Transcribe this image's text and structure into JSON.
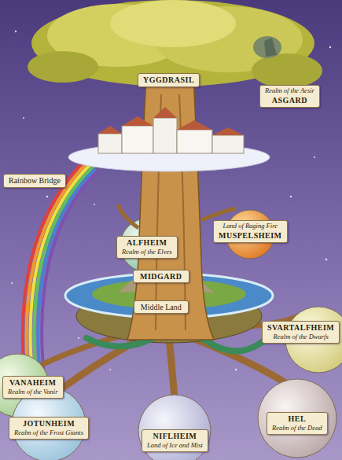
{
  "diagram": {
    "nodes": [
      {
        "text": [
          "YGGDRASIL"
        ]
      },
      {
        "text": [
          "Realm of the Aesir",
          "ASGARD"
        ]
      },
      {
        "text": [
          "Rainbow Bridge"
        ]
      },
      {
        "text": [
          "ALFHEIM",
          "Realm of the Elves"
        ]
      },
      {
        "text": [
          "Land of Raging Fire",
          "MUSPELSHEIM"
        ]
      },
      {
        "text": [
          "MIDGARD",
          "Middle Land"
        ]
      },
      {
        "text": [
          "VANAHEIM",
          "Realm of the Vanir"
        ]
      },
      {
        "text": [
          "SVARTALFHEIM",
          "Realm of the Dwarfs"
        ]
      },
      {
        "text": [
          "JOTUNHEIM",
          "Realm of the Frost Giants"
        ]
      },
      {
        "text": [
          "NIFLHEIM",
          "Land of Ice and Mist"
        ]
      },
      {
        "text": [
          "HEL",
          "Realm of the Dead"
        ]
      }
    ]
  }
}
